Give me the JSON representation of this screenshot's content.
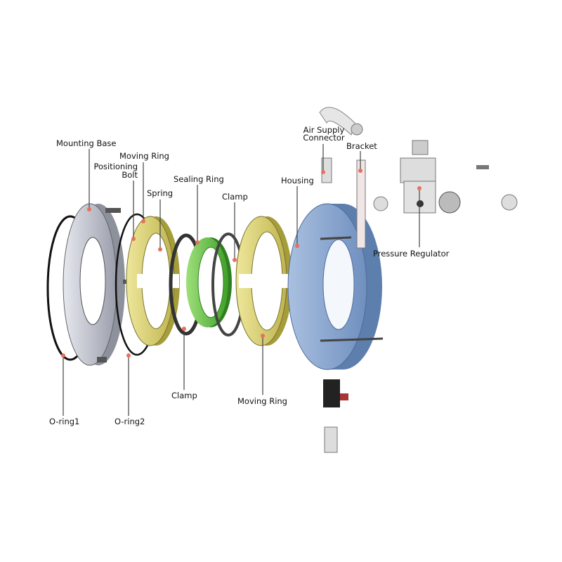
{
  "diagram": {
    "type": "exploded assembly view",
    "labels": {
      "mounting_base": "Mounting Base",
      "moving_ring_top": "Moving Ring",
      "positioning_bolt_1": "Positioning",
      "positioning_bolt_2": "Bolt",
      "spring": "Spring",
      "sealing_ring": "Sealing Ring",
      "clamp_top": "Clamp",
      "housing": "Housing",
      "air_supply_1": "Air Supply",
      "air_supply_2": "Connector",
      "bracket": "Bracket",
      "pressure_regulator": "Pressure Regulator",
      "oring1": "O-ring1",
      "oring2": "O-ring2",
      "clamp_bottom": "Clamp",
      "moving_ring_bottom": "Moving Ring"
    },
    "colors": {
      "housing": "#7f9fc9",
      "moving_ring": "#d9d27a",
      "sealing_ring": "#5fbf3f",
      "mounting_base": "#b9bcc6",
      "marker": "#e8705a"
    }
  }
}
